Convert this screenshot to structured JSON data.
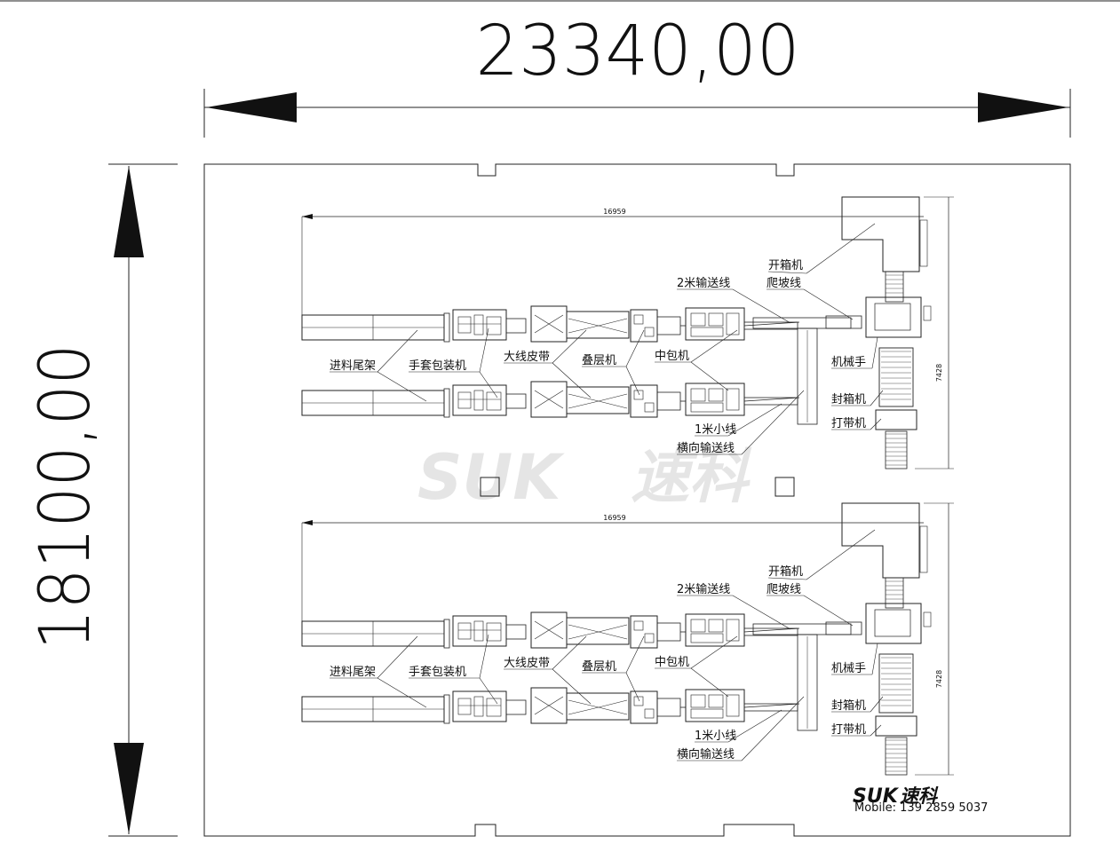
{
  "dimensions": {
    "overall_width": "23340,00",
    "overall_height": "18100,00"
  },
  "layouts": [
    {
      "id": "top",
      "length_dim": "16959",
      "height_dim": "7428",
      "labels": {
        "case_erector": "开箱机",
        "slope_line": "爬坡线",
        "conveyor_2m": "2米输送线",
        "feed_rack": "进料尾架",
        "glove_packer": "手套包装机",
        "main_belt": "大线皮带",
        "stacker": "叠层机",
        "mid_packer": "中包机",
        "robot_arm": "机械手",
        "case_sealer": "封箱机",
        "strapper": "打带机",
        "line_1m": "1米小线",
        "cross_conveyor": "横向输送线"
      }
    },
    {
      "id": "bottom",
      "length_dim": "16959",
      "height_dim": "7428",
      "labels": {
        "case_erector": "开箱机",
        "slope_line": "爬坡线",
        "conveyor_2m": "2米输送线",
        "feed_rack": "进料尾架",
        "glove_packer": "手套包装机",
        "main_belt": "大线皮带",
        "stacker": "叠层机",
        "mid_packer": "中包机",
        "robot_arm": "机械手",
        "case_sealer": "封箱机",
        "strapper": "打带机",
        "line_1m": "1米小线",
        "cross_conveyor": "横向输送线"
      }
    }
  ],
  "branding": {
    "logo_latin": "SUK",
    "logo_cn": "速科",
    "mobile": "Mobile: 139 2859 5037",
    "brand_color": "#1a4fa0"
  }
}
